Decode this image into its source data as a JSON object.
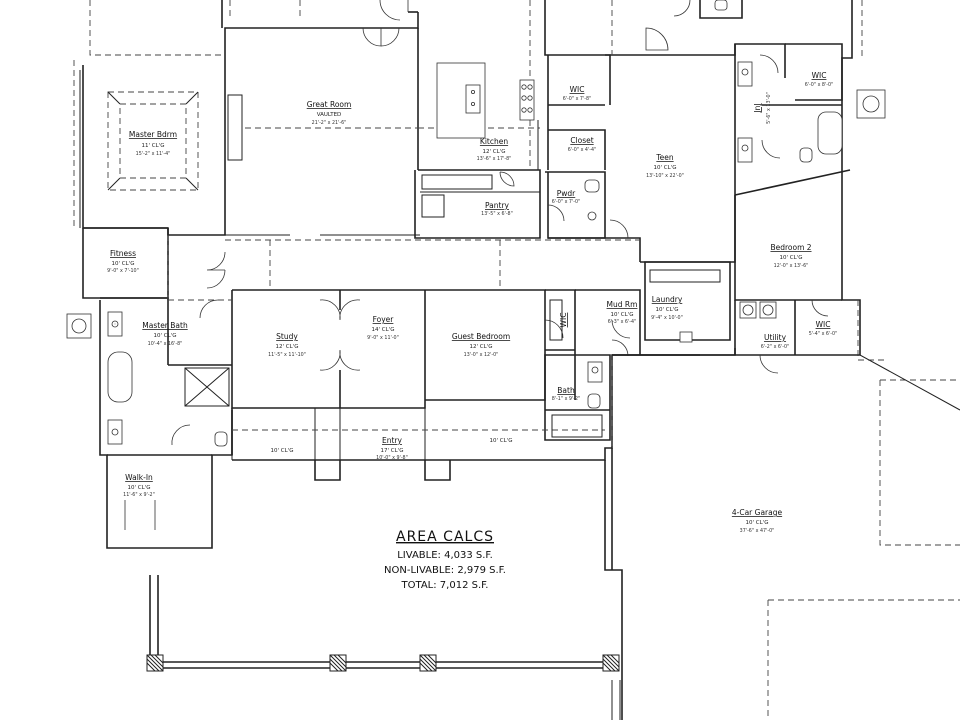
{
  "rooms": {
    "great_room": {
      "name": "Great Room",
      "ceiling": "VAULTED",
      "dims": "21'-2\" x 21'-6\""
    },
    "master_bdrm": {
      "name": "Master Bdrm",
      "ceiling": "11' CL'G",
      "dims": "15'-2\" x 11'-4\""
    },
    "kitchen": {
      "name": "Kitchen",
      "ceiling": "12' CL'G",
      "dims": "13'-6\" x 17'-8\""
    },
    "pantry": {
      "name": "Pantry",
      "dims": "13'-5\" x 6'-8\""
    },
    "wic_top": {
      "name": "WIC",
      "dims": "6'-0\" x 7'-8\""
    },
    "closet": {
      "name": "Closet",
      "dims": "6'-0\" x 4'-4\""
    },
    "pwdr": {
      "name": "Pwdr",
      "dims": "6'-0\" x 7'-0\""
    },
    "teen": {
      "name": "Teen",
      "ceiling": "10' CL'G",
      "dims": "13'-10\" x 22'-0\""
    },
    "jnj": {
      "name": "JnJ",
      "dims": "5'-6\" x 13'-0\""
    },
    "wic_right": {
      "name": "WIC",
      "dims": "6'-0\" x 8'-0\""
    },
    "bedroom2": {
      "name": "Bedroom 2",
      "ceiling": "10' CL'G",
      "dims": "12'-0\" x 13'-6\""
    },
    "fitness": {
      "name": "Fitness",
      "ceiling": "10' CL'G",
      "dims": "9'-0\" x 7'-10\""
    },
    "master_bath": {
      "name": "Master Bath",
      "ceiling": "10' CL'G",
      "dims": "10'-4\" x 16'-8\""
    },
    "study": {
      "name": "Study",
      "ceiling": "12' CL'G",
      "dims": "11'-5\" x 11'-10\""
    },
    "foyer": {
      "name": "Foyer",
      "ceiling": "14' CL'G",
      "dims": "9'-0\" x 11'-0\""
    },
    "guest_bedroom": {
      "name": "Guest Bedroom",
      "ceiling": "12' CL'G",
      "dims": "13'-0\" x 12'-0\""
    },
    "wic_guest": {
      "name": "WIC"
    },
    "mud_rm": {
      "name": "Mud Rm",
      "ceiling": "10' CL'G",
      "dims": "6'-3\" x 6'-4\""
    },
    "laundry": {
      "name": "Laundry",
      "ceiling": "10' CL'G",
      "dims": "9'-4\" x 10'-0\""
    },
    "utility": {
      "name": "Utility",
      "dims": "6'-2\" x 6'-0\""
    },
    "wic_small": {
      "name": "WIC",
      "dims": "5'-4\" x 6'-0\""
    },
    "bath": {
      "name": "Bath",
      "dims": "8'-1\" x 9'-2\""
    },
    "walk_in": {
      "name": "Walk-In",
      "ceiling": "10' CL'G",
      "dims": "11'-6\" x 9'-2\""
    },
    "entry": {
      "name": "Entry",
      "ceiling": "17' CL'G",
      "dims": "10'-0\" x 9'-8\""
    },
    "porch_left_ceiling": "10' CL'G",
    "porch_right_ceiling": "10' CL'G",
    "garage": {
      "name": "4-Car Garage",
      "ceiling": "10' CL'G",
      "dims": "37'-6\" x 47'-0\""
    }
  },
  "area_calcs": {
    "title": "AREA CALCS",
    "livable": "LIVABLE: 4,033 S.F.",
    "non_livable": "NON-LIVABLE: 2,979 S.F.",
    "total": "TOTAL: 7,012 S.F."
  }
}
